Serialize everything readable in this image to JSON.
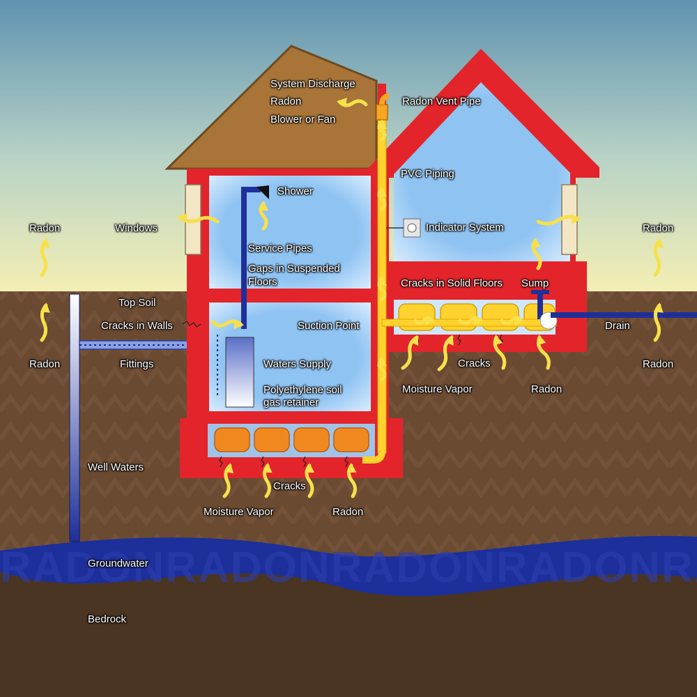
{
  "labels": {
    "system_discharge": "System Discharge",
    "radon_roof": "Radon",
    "blower_fan": "Blower or Fan",
    "radon_vent_pipe": "Radon Vent Pipe",
    "pvc_piping": "PVC Piping",
    "shower": "Shower",
    "windows": "Windows",
    "indicator_system": "Indicator System",
    "service_pipes": "Service Pipes",
    "gaps_suspended_floors_line1": "Gaps in Suspended",
    "gaps_suspended_floors_line2": "Floors",
    "cracks_solid_floors": "Cracks in Solid Floors",
    "sump": "Sump",
    "top_soil": "Top Soil",
    "cracks_in_walls": "Cracks in Walls",
    "suction_point": "Suction Point",
    "drain": "Drain",
    "fittings": "Fittings",
    "waters_supply": "Waters Supply",
    "poly_line1": "Polyethylene soil",
    "poly_line2": "gas retainer",
    "cracks_right": "Cracks",
    "moisture_vapor_right": "Moisture Vapor",
    "radon_right_basement": "Radon",
    "radon_top_left": "Radon",
    "radon_bottom_left": "Radon",
    "radon_top_right": "Radon",
    "radon_bottom_right": "Radon",
    "well_waters": "Well Waters",
    "cracks_left": "Cracks",
    "moisture_vapor_left": "Moisture Vapor",
    "radon_left_basement": "Radon",
    "groundwater": "Groundwater",
    "bedrock": "Bedrock"
  },
  "watermark": "RADON",
  "colors": {
    "sky_top": "#5f93b0",
    "sky_bottom": "#f4efb4",
    "soil": "#6b4a32",
    "bedrock": "#4a3422",
    "groundwater": "#1c2f9a",
    "wall_red": "#e3242b",
    "room_blue": "#8ec3f2",
    "roof_brown": "#a87438",
    "pipe_yellow": "#ffd22e",
    "arrow_yellow": "#f7e04a",
    "gravel_orange": "#f08a20"
  }
}
